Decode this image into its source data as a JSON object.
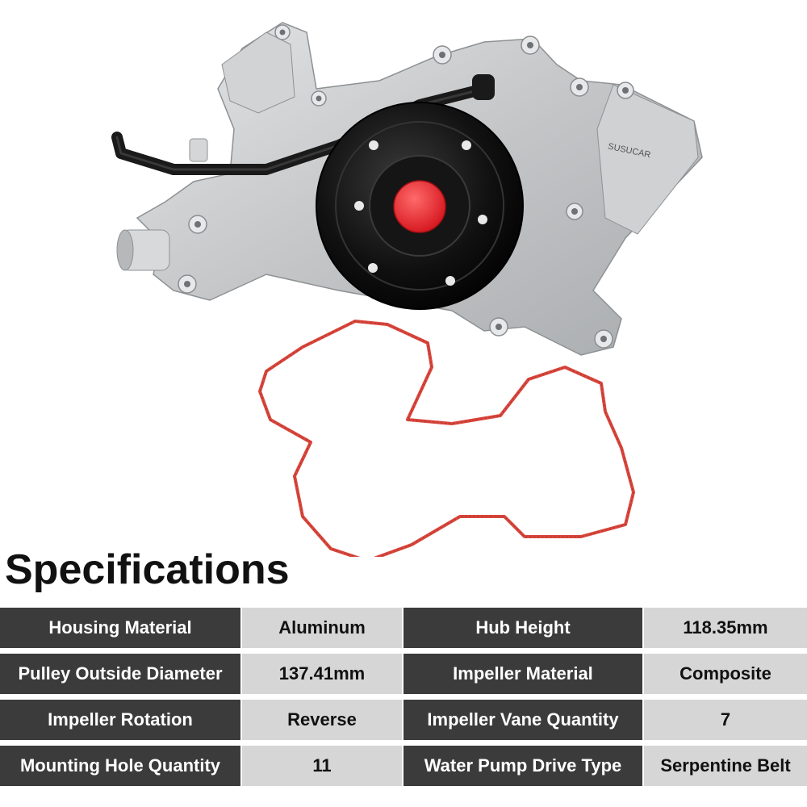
{
  "image": {
    "subject": "water-pump-with-gasket",
    "brand_stamp": "SUSUCAR",
    "colors": {
      "housing": "#c9cbcc",
      "pulley": "#111111",
      "cap": "#e8202a",
      "gasket": "#d9463c",
      "hose": "#1a1a1a"
    }
  },
  "specifications": {
    "title": "Specifications",
    "rows": [
      [
        {
          "label": "Housing Material",
          "value": "Aluminum"
        },
        {
          "label": "Hub Height",
          "value": "118.35mm"
        }
      ],
      [
        {
          "label": "Pulley Outside Diameter",
          "value": "137.41mm"
        },
        {
          "label": "Impeller Material",
          "value": "Composite"
        }
      ],
      [
        {
          "label": "Impeller Rotation",
          "value": "Reverse"
        },
        {
          "label": "Impeller Vane Quantity",
          "value": "7"
        }
      ],
      [
        {
          "label": "Mounting Hole Quantity",
          "value": "11"
        },
        {
          "label": "Water Pump Drive Type",
          "value": "Serpentine Belt"
        }
      ]
    ],
    "colors": {
      "label_bg": "#3b3b3b",
      "value_bg": "#d6d6d6"
    }
  }
}
